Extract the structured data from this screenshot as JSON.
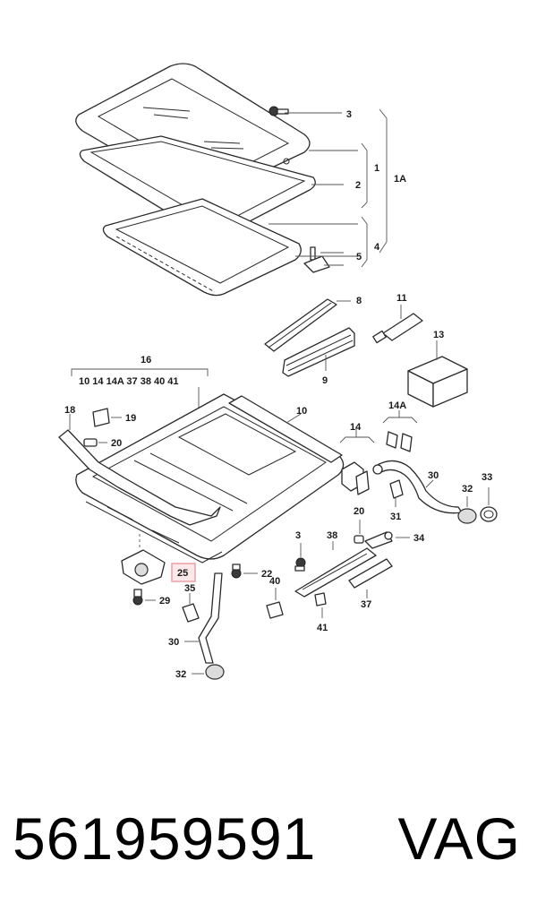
{
  "group_header": "10 14 14A 37 38 40 41",
  "callouts": {
    "c1": "1",
    "c1A": "1A",
    "c2": "2",
    "c3a": "3",
    "c3b": "3",
    "c4": "4",
    "c5": "5",
    "c8": "8",
    "c9": "9",
    "c10": "10",
    "c11": "11",
    "c13": "13",
    "c14": "14",
    "c14A": "14A",
    "c16": "16",
    "c18": "18",
    "c19": "19",
    "c20a": "20",
    "c20b": "20",
    "c22": "22",
    "c25": "25",
    "c29": "29",
    "c30a": "30",
    "c30b": "30",
    "c31": "31",
    "c32a": "32",
    "c32b": "32",
    "c33": "33",
    "c34": "34",
    "c35": "35",
    "c37": "37",
    "c38": "38",
    "c40": "40",
    "c41": "41"
  },
  "highlight_color": "#e8a0a8",
  "footer": {
    "part_number": "561959591",
    "brand": "VAG"
  }
}
